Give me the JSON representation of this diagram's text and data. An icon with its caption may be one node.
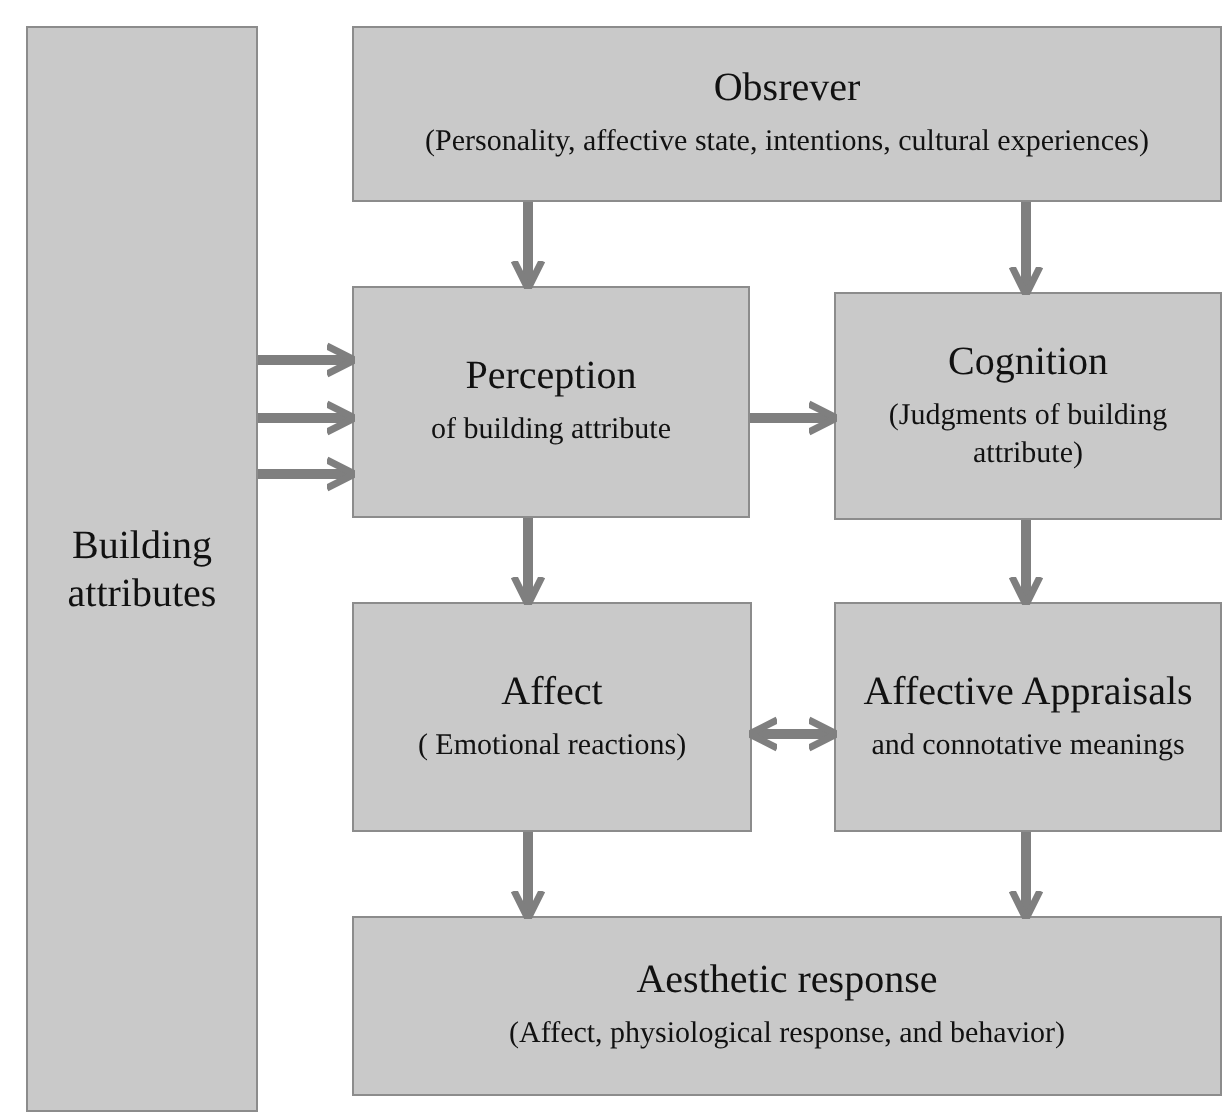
{
  "diagram": {
    "nodes": [
      {
        "text": [
          "Building attributes"
        ]
      },
      {
        "text": [
          "Obsrever",
          "(Personality, affective state, intentions, cultural experiences)"
        ]
      },
      {
        "text": [
          "Perception",
          "of building attribute"
        ]
      },
      {
        "text": [
          "Cognition",
          "(Judgments of building attribute)"
        ]
      },
      {
        "text": [
          "Affect",
          "( Emotional reactions)"
        ]
      },
      {
        "text": [
          "Affective Appraisals",
          "and connotative meanings"
        ]
      },
      {
        "text": [
          "Aesthetic response",
          "(Affect, physiological response, and behavior)"
        ]
      }
    ],
    "edges": [
      {
        "from": 0,
        "to": 2,
        "arrow": "to"
      },
      {
        "from": 0,
        "to": 2,
        "arrow": "to"
      },
      {
        "from": 0,
        "to": 2,
        "arrow": "to"
      },
      {
        "from": 1,
        "to": 2,
        "arrow": "to"
      },
      {
        "from": 1,
        "to": 3,
        "arrow": "to"
      },
      {
        "from": 2,
        "to": 3,
        "arrow": "to"
      },
      {
        "from": 2,
        "to": 4,
        "arrow": "to"
      },
      {
        "from": 3,
        "to": 5,
        "arrow": "to"
      },
      {
        "from": 4,
        "to": 5,
        "arrow": "both"
      },
      {
        "from": 4,
        "to": 6,
        "arrow": "to"
      },
      {
        "from": 5,
        "to": 6,
        "arrow": "to"
      }
    ]
  }
}
